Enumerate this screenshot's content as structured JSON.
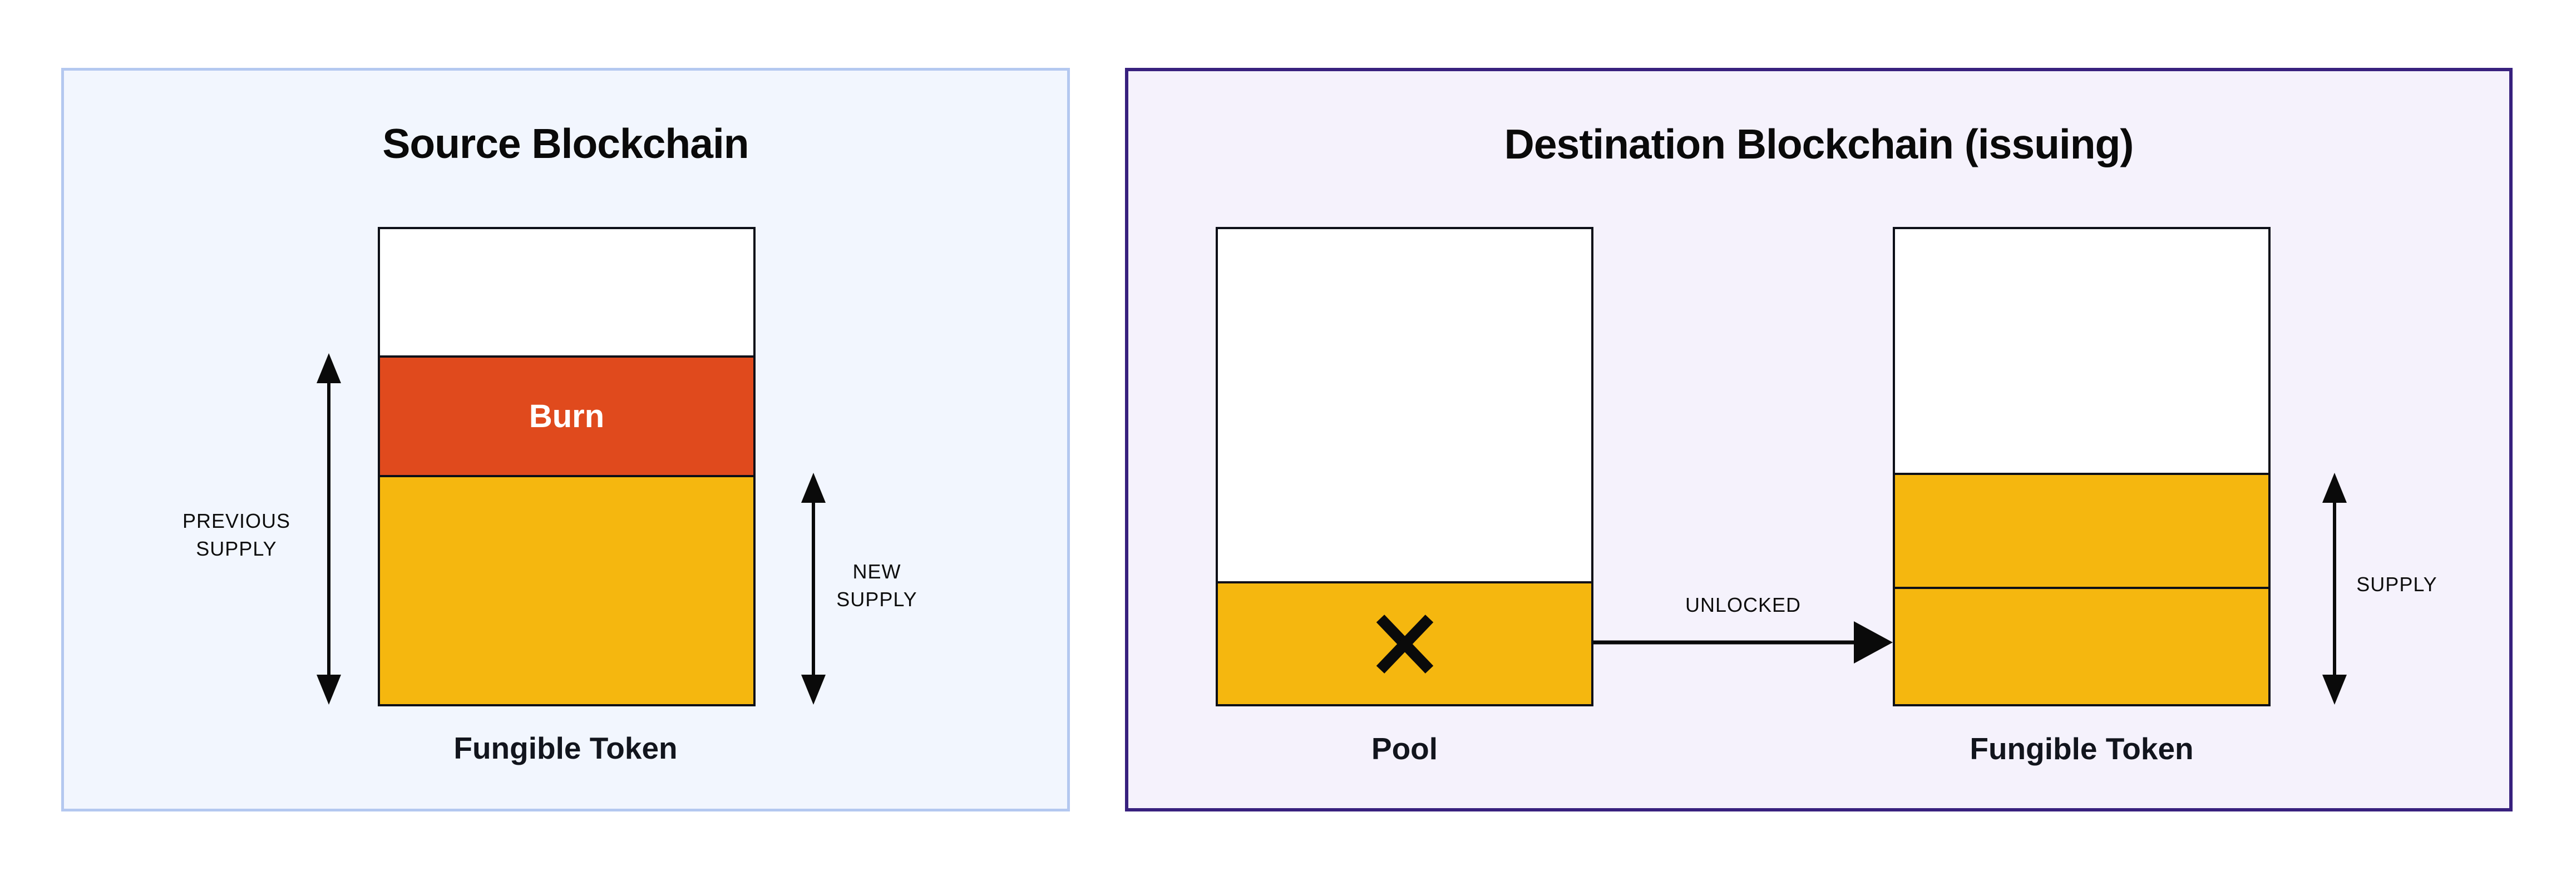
{
  "colors": {
    "canvas_bg": "#FFFFFF",
    "source_panel_bg": "#F2F6FE",
    "source_panel_border": "#B4C8F0",
    "dest_panel_bg": "#F5F2FC",
    "dest_panel_border": "#38217E",
    "bar_outline": "#0D1018",
    "bar_white": "#FFFFFF",
    "burn_orange": "#E04A1D",
    "token_yellow": "#F5B70F",
    "arrow_black": "#0A0A0A",
    "title_text": "#0A0A0A",
    "label_text": "#0D0D0D",
    "token_label_text": "#12151D",
    "burn_text": "#FFFFFF"
  },
  "source_panel": {
    "title": "Source Blockchain",
    "burn_label": "Burn",
    "previous_supply": {
      "line1": "PREVIOUS",
      "line2": "SUPPLY"
    },
    "new_supply": {
      "line1": "NEW",
      "line2": "SUPPLY"
    },
    "token_label": "Fungible Token"
  },
  "destination_panel": {
    "title": "Destination Blockchain (issuing)",
    "unlocked_label": "UNLOCKED",
    "supply_label": "SUPPLY",
    "pool_label": "Pool",
    "token_label": "Fungible Token",
    "icons": {
      "pool_cross": "✕"
    }
  }
}
